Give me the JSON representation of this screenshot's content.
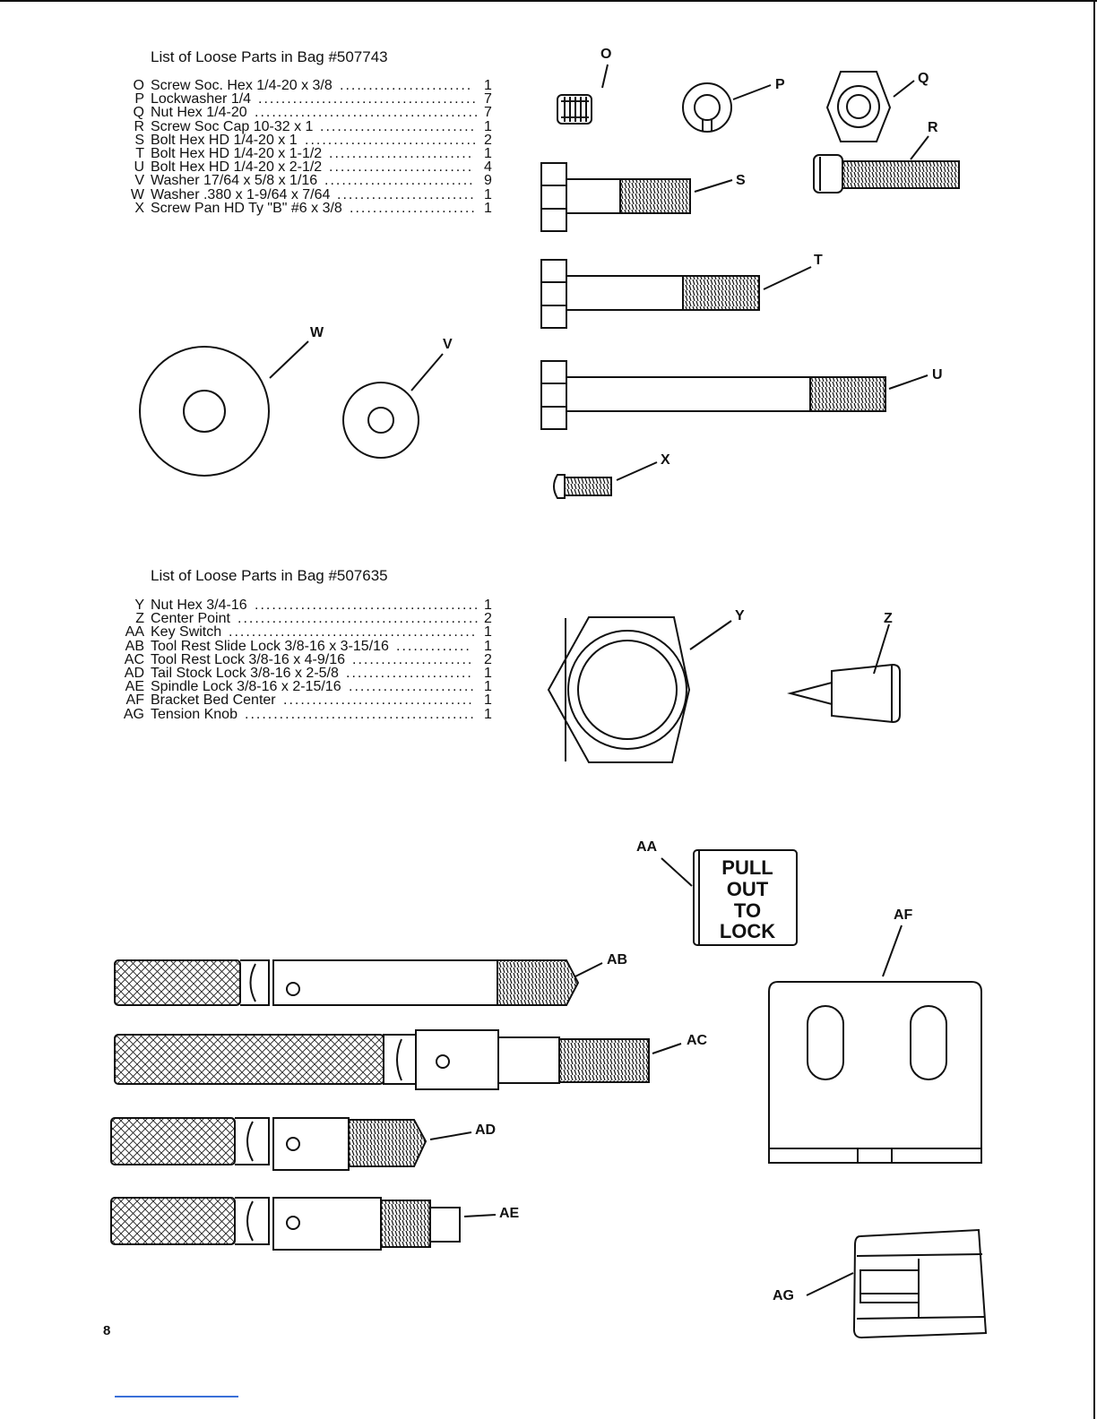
{
  "bag1": {
    "title": "List of Loose Parts in Bag #507743",
    "items": [
      {
        "code": "O",
        "desc": "Screw Soc. Hex 1/4-20 x 3/8",
        "qty": "1"
      },
      {
        "code": "P",
        "desc": "Lockwasher 1/4",
        "qty": "7"
      },
      {
        "code": "Q",
        "desc": "Nut Hex 1/4-20",
        "qty": "7"
      },
      {
        "code": "R",
        "desc": "Screw Soc Cap 10-32 x 1",
        "qty": "1"
      },
      {
        "code": "S",
        "desc": "Bolt Hex HD 1/4-20 x 1",
        "qty": "2"
      },
      {
        "code": "T",
        "desc": "Bolt Hex HD 1/4-20 x 1-1/2",
        "qty": "1"
      },
      {
        "code": "U",
        "desc": "Bolt Hex HD 1/4-20 x 2-1/2",
        "qty": "4"
      },
      {
        "code": "V",
        "desc": "Washer 17/64 x 5/8 x 1/16",
        "qty": "9"
      },
      {
        "code": "W",
        "desc": "Washer .380 x 1-9/64 x 7/64",
        "qty": "1"
      },
      {
        "code": "X",
        "desc": "Screw Pan HD Ty \"B\" #6 x 3/8",
        "qty": "1"
      }
    ]
  },
  "bag2": {
    "title": "List of Loose Parts in Bag #507635",
    "items": [
      {
        "code": "Y",
        "desc": "Nut Hex 3/4-16",
        "qty": "1"
      },
      {
        "code": "Z",
        "desc": "Center Point",
        "qty": "2"
      },
      {
        "code": "AA",
        "desc": "Key Switch",
        "qty": "1"
      },
      {
        "code": "AB",
        "desc": "Tool Rest Slide Lock 3/8-16 x 3-15/16",
        "qty": "1"
      },
      {
        "code": "AC",
        "desc": "Tool Rest Lock 3/8-16 x 4-9/16",
        "qty": "2"
      },
      {
        "code": "AD",
        "desc": "Tail Stock Lock 3/8-16 x 2-5/8",
        "qty": "1"
      },
      {
        "code": "AE",
        "desc": "Spindle Lock 3/8-16 x 2-15/16",
        "qty": "1"
      },
      {
        "code": "AF",
        "desc": "Bracket Bed Center",
        "qty": "1"
      },
      {
        "code": "AG",
        "desc": "Tension Knob",
        "qty": "1"
      }
    ]
  },
  "labels": {
    "O": "O",
    "P": "P",
    "Q": "Q",
    "R": "R",
    "S": "S",
    "T": "T",
    "U": "U",
    "V": "V",
    "W": "W",
    "X": "X",
    "Y": "Y",
    "Z": "Z",
    "AA": "AA",
    "AB": "AB",
    "AC": "AC",
    "AD": "AD",
    "AE": "AE",
    "AF": "AF",
    "AG": "AG"
  },
  "key_switch": {
    "line1": "PULL",
    "line2": "OUT",
    "line3": "TO",
    "line4": "LOCK"
  },
  "page_number": "8"
}
